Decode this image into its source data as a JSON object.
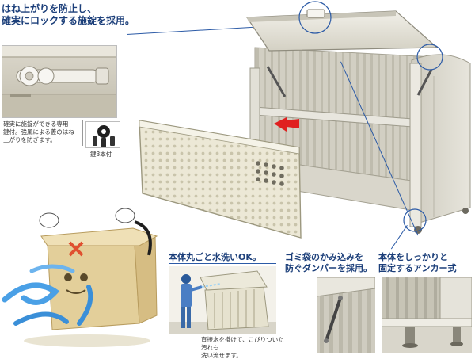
{
  "features": {
    "lock": {
      "line1": "はね上がりを防止し、",
      "line2": "確実にロックする施錠を採用。"
    },
    "key_note": {
      "line1": "確実に施錠ができる専用",
      "line2": "鍵付。強風による蓋のはね",
      "line3": "上がりを防ぎます。"
    },
    "key_caption": "鍵3本付",
    "wash": {
      "title": "本体丸ごと水洗いOK。",
      "note_line1": "直接水を掛けて、こびりついた汚れも",
      "note_line2": "洗い流せます。"
    },
    "damper": {
      "line1": "ゴミ袋のかみ込みを",
      "line2": "防ぐダンパーを採用。"
    },
    "anchor": {
      "line1": "本体をしっかりと",
      "line2": "固定するアンカー式"
    }
  },
  "colors": {
    "heading_text": "#1c3f7a",
    "callout_line": "#2b5aa6",
    "body_metal": "#e4e1d5",
    "panel_cream": "#ece8d6",
    "red_arrow": "#e02020",
    "wind_blue": "#4aa0e6"
  }
}
